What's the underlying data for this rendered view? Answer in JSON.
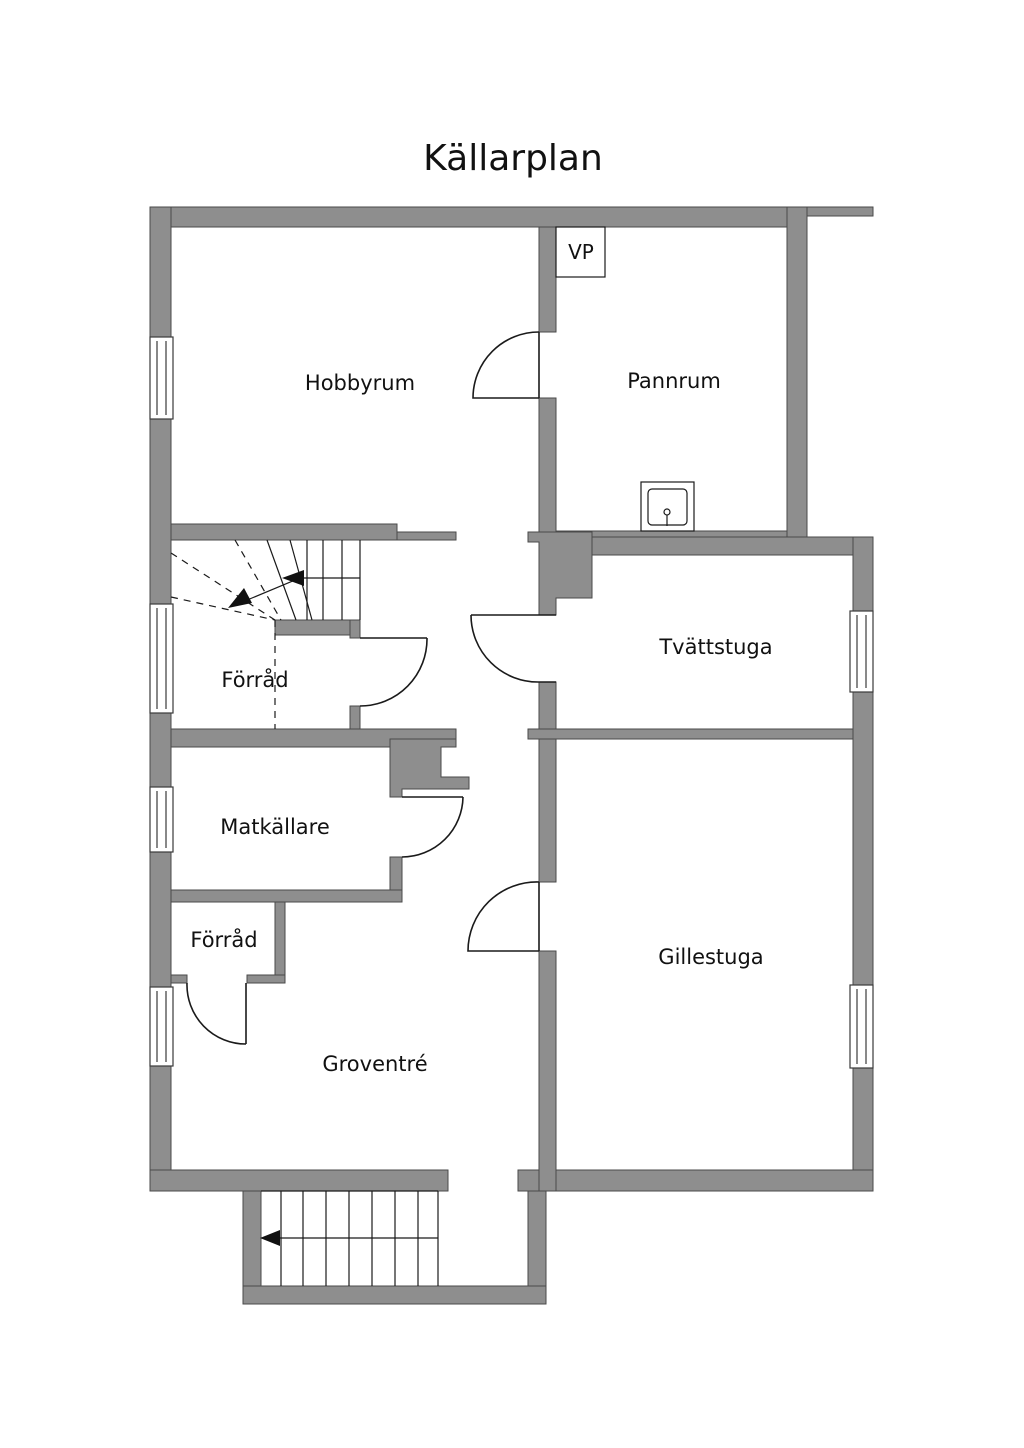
{
  "title": "Källarplan",
  "rooms": {
    "hobbyrum": "Hobbyrum",
    "pannrum": "Pannrum",
    "vp": "VP",
    "tvattstuga": "Tvättstuga",
    "forrad_upper": "Förråd",
    "matkallare": "Matkällare",
    "forrad_lower": "Förråd",
    "gillestuga": "Gillestuga",
    "groventre": "Groventré"
  },
  "colors": {
    "wall": "#8e8e8e",
    "wall_outline": "#4a4a4a",
    "line": "#1a1a1a",
    "background": "#ffffff"
  }
}
